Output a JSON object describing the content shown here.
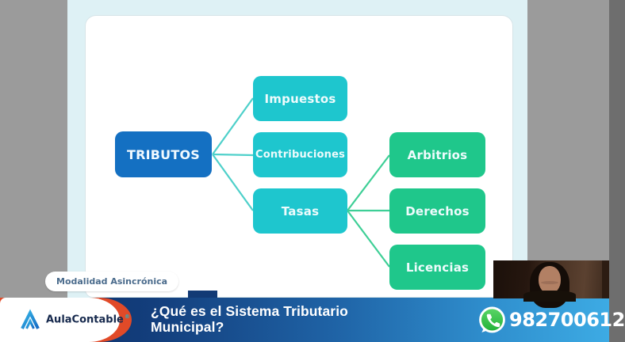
{
  "diagram": {
    "root": {
      "label": "TRIBUTOS"
    },
    "branches": [
      {
        "label": "Impuestos"
      },
      {
        "label": "Contribuciones"
      },
      {
        "label": "Tasas"
      }
    ],
    "leaves": [
      {
        "label": "Arbitrios"
      },
      {
        "label": "Derechos"
      },
      {
        "label": "Licencias"
      }
    ],
    "colors": {
      "root_box": "#1470c2",
      "branch_box": "#1ec6ce",
      "leaf_box": "#1fc78b",
      "connector_teal": "#4ed0ca",
      "connector_green": "#3ecf96"
    }
  },
  "overlay": {
    "badge_label": "Modalidad Asincrónica"
  },
  "footer": {
    "brand_name": "AulaContable",
    "brand_mark": "®",
    "title_line1": "¿Qué es el Sistema Tributario",
    "title_line2": "Municipal?",
    "phone_number": "982700612",
    "colors": {
      "bar_gradient_start": "#0c2c66",
      "bar_gradient_end": "#3dabe4",
      "accent_orange": "#e14a28",
      "whatsapp_green": "#2fc14b",
      "badge_text": "#4a6b8c"
    }
  }
}
